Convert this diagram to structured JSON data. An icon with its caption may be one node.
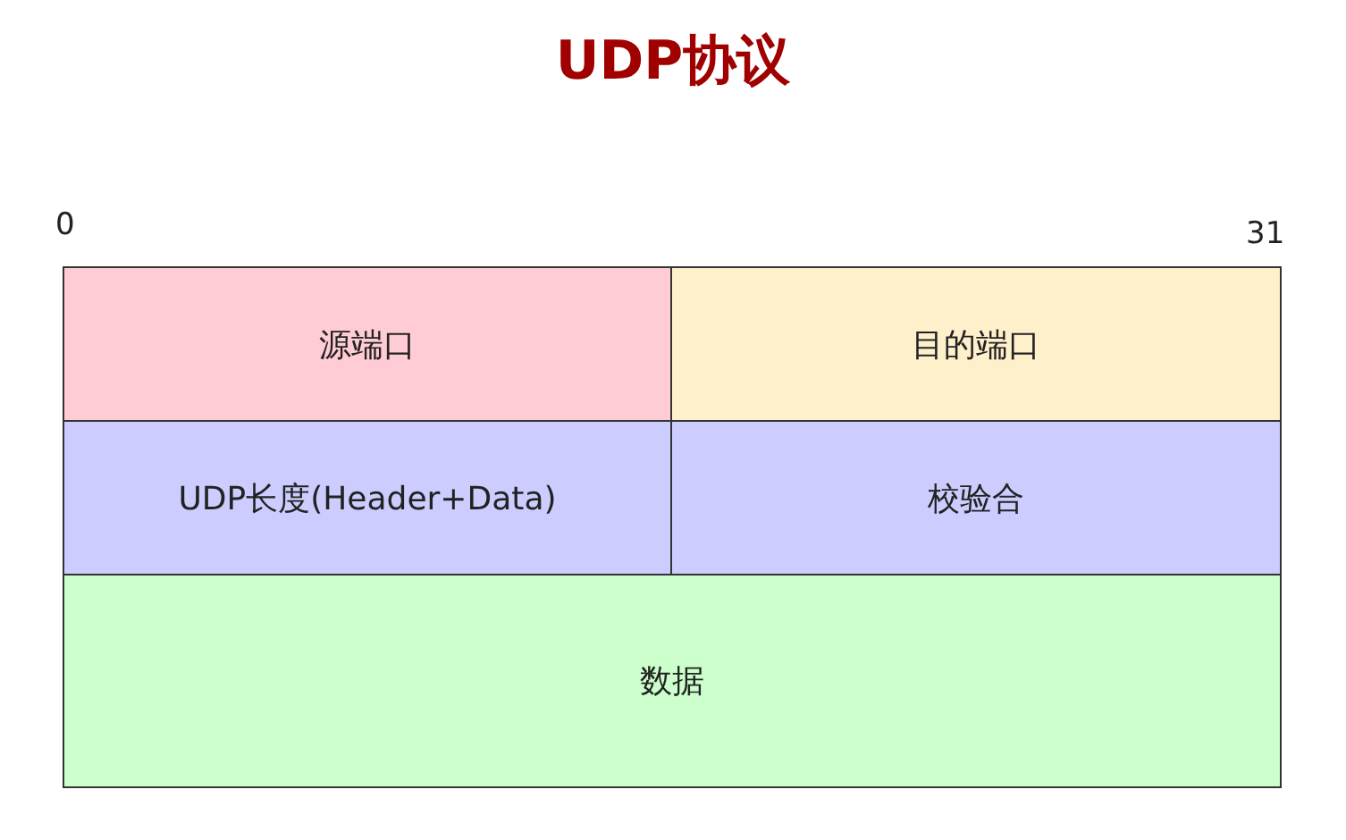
{
  "diagram": {
    "title": "UDP协议",
    "nodes": [
      {
        "text": [
          "源端口"
        ]
      },
      {
        "text": [
          "目的端口"
        ]
      },
      {
        "text": [
          "UDP长度(Header+Data)"
        ]
      },
      {
        "text": [
          "校验合"
        ]
      },
      {
        "text": [
          "数据"
        ]
      }
    ],
    "labels": [
      "0",
      "31"
    ]
  }
}
